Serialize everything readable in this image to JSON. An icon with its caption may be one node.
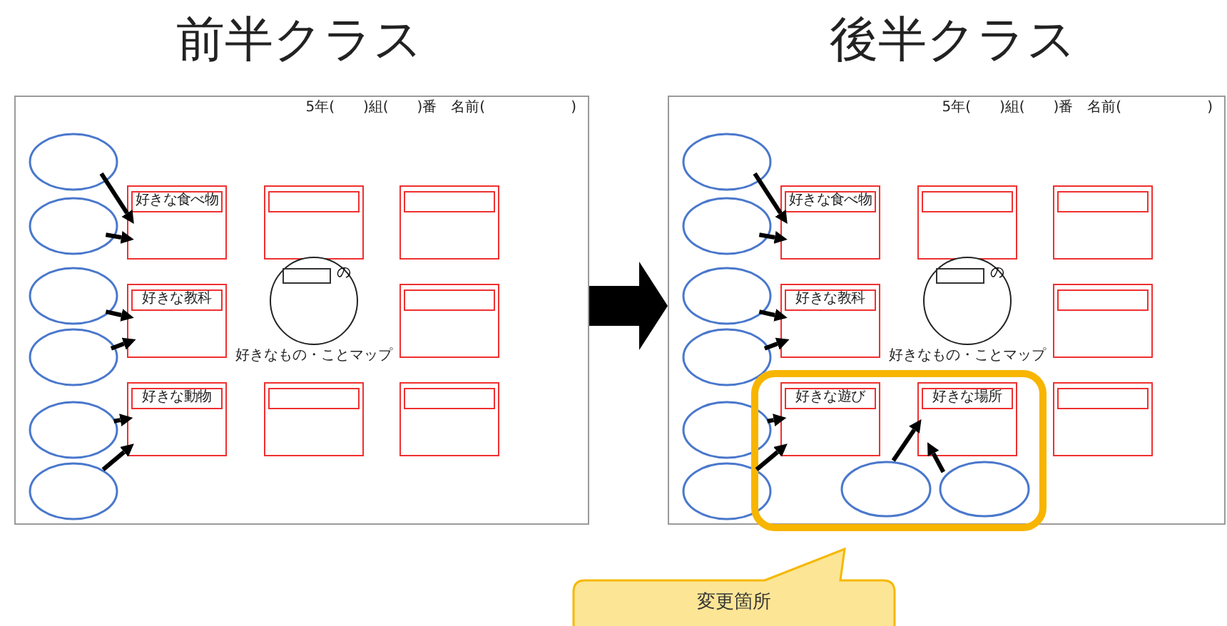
{
  "diagram": {
    "nodes": [
      {
        "text": [
          "5年(　　)組(　　)番　名前(　　　　　　)"
        ]
      },
      {
        "text": [],
        "shape": "ellipse",
        "in": 0
      },
      {
        "text": [],
        "shape": "ellipse",
        "in": 0
      },
      {
        "text": [],
        "shape": "ellipse",
        "in": 0
      },
      {
        "text": [],
        "shape": "ellipse",
        "in": 0
      },
      {
        "text": [],
        "shape": "ellipse",
        "in": 0
      },
      {
        "text": [],
        "shape": "ellipse",
        "in": 0
      },
      {
        "text": [
          "好きな食べ物"
        ],
        "in": 0
      },
      {
        "text": [],
        "shape": "box",
        "in": 0
      },
      {
        "text": [],
        "shape": "box",
        "in": 0
      },
      {
        "text": [
          "好きな教科"
        ],
        "in": 0
      },
      {
        "text": [
          "の"
        ],
        "beside": [
          "好きなもの・ことマップ"
        ],
        "in": 0
      },
      {
        "text": [],
        "shape": "box",
        "in": 0
      },
      {
        "text": [
          "好きな動物"
        ],
        "in": 0
      },
      {
        "text": [],
        "shape": "box",
        "in": 0
      },
      {
        "text": [],
        "shape": "box",
        "in": 0
      },
      {
        "text": [
          "5年(　　)組(　　)番　名前(　　　　　　)"
        ]
      },
      {
        "text": [],
        "shape": "ellipse",
        "in": 16
      },
      {
        "text": [],
        "shape": "ellipse",
        "in": 16
      },
      {
        "text": [],
        "shape": "ellipse",
        "in": 16
      },
      {
        "text": [],
        "shape": "ellipse",
        "in": 16
      },
      {
        "text": [],
        "shape": "ellipse",
        "in": 16
      },
      {
        "text": [],
        "shape": "ellipse",
        "in": 16
      },
      {
        "text": [
          "好きな食べ物"
        ],
        "in": 16
      },
      {
        "text": [],
        "shape": "box",
        "in": 16
      },
      {
        "text": [],
        "shape": "box",
        "in": 16
      },
      {
        "text": [
          "好きな教科"
        ],
        "in": 16
      },
      {
        "text": [
          "の"
        ],
        "beside": [
          "好きなもの・ことマップ"
        ],
        "in": 16
      },
      {
        "text": [],
        "shape": "box",
        "in": 16
      },
      {
        "text": [
          "好きな遊び"
        ],
        "in": 16
      },
      {
        "text": [
          "好きな場所"
        ],
        "in": 16
      },
      {
        "text": [],
        "shape": "box",
        "in": 16
      },
      {
        "text": [],
        "shape": "ellipse",
        "in": 16
      },
      {
        "text": [],
        "shape": "ellipse",
        "in": 16
      },
      {
        "text": [
          "変更箇所"
        ]
      }
    ],
    "edges": [
      {
        "from": 1,
        "to": 7,
        "arrow": "to"
      },
      {
        "from": 2,
        "to": 7,
        "arrow": "to"
      },
      {
        "from": 3,
        "to": 10,
        "arrow": "to"
      },
      {
        "from": 4,
        "to": 10,
        "arrow": "to"
      },
      {
        "from": 5,
        "to": 13,
        "arrow": "to"
      },
      {
        "from": 6,
        "to": 13,
        "arrow": "to"
      },
      {
        "from": 0,
        "to": 16,
        "arrow": "to",
        "style": "thick"
      },
      {
        "from": 17,
        "to": 23,
        "arrow": "to"
      },
      {
        "from": 18,
        "to": 23,
        "arrow": "to"
      },
      {
        "from": 19,
        "to": 26,
        "arrow": "to"
      },
      {
        "from": 20,
        "to": 26,
        "arrow": "to"
      },
      {
        "from": 21,
        "to": 29,
        "arrow": "to"
      },
      {
        "from": 22,
        "to": 29,
        "arrow": "to"
      },
      {
        "from": 32,
        "to": 30,
        "arrow": "to"
      },
      {
        "from": 33,
        "to": 30,
        "arrow": "to"
      }
    ],
    "labels": [
      "前半クラス",
      "後半クラス"
    ]
  }
}
